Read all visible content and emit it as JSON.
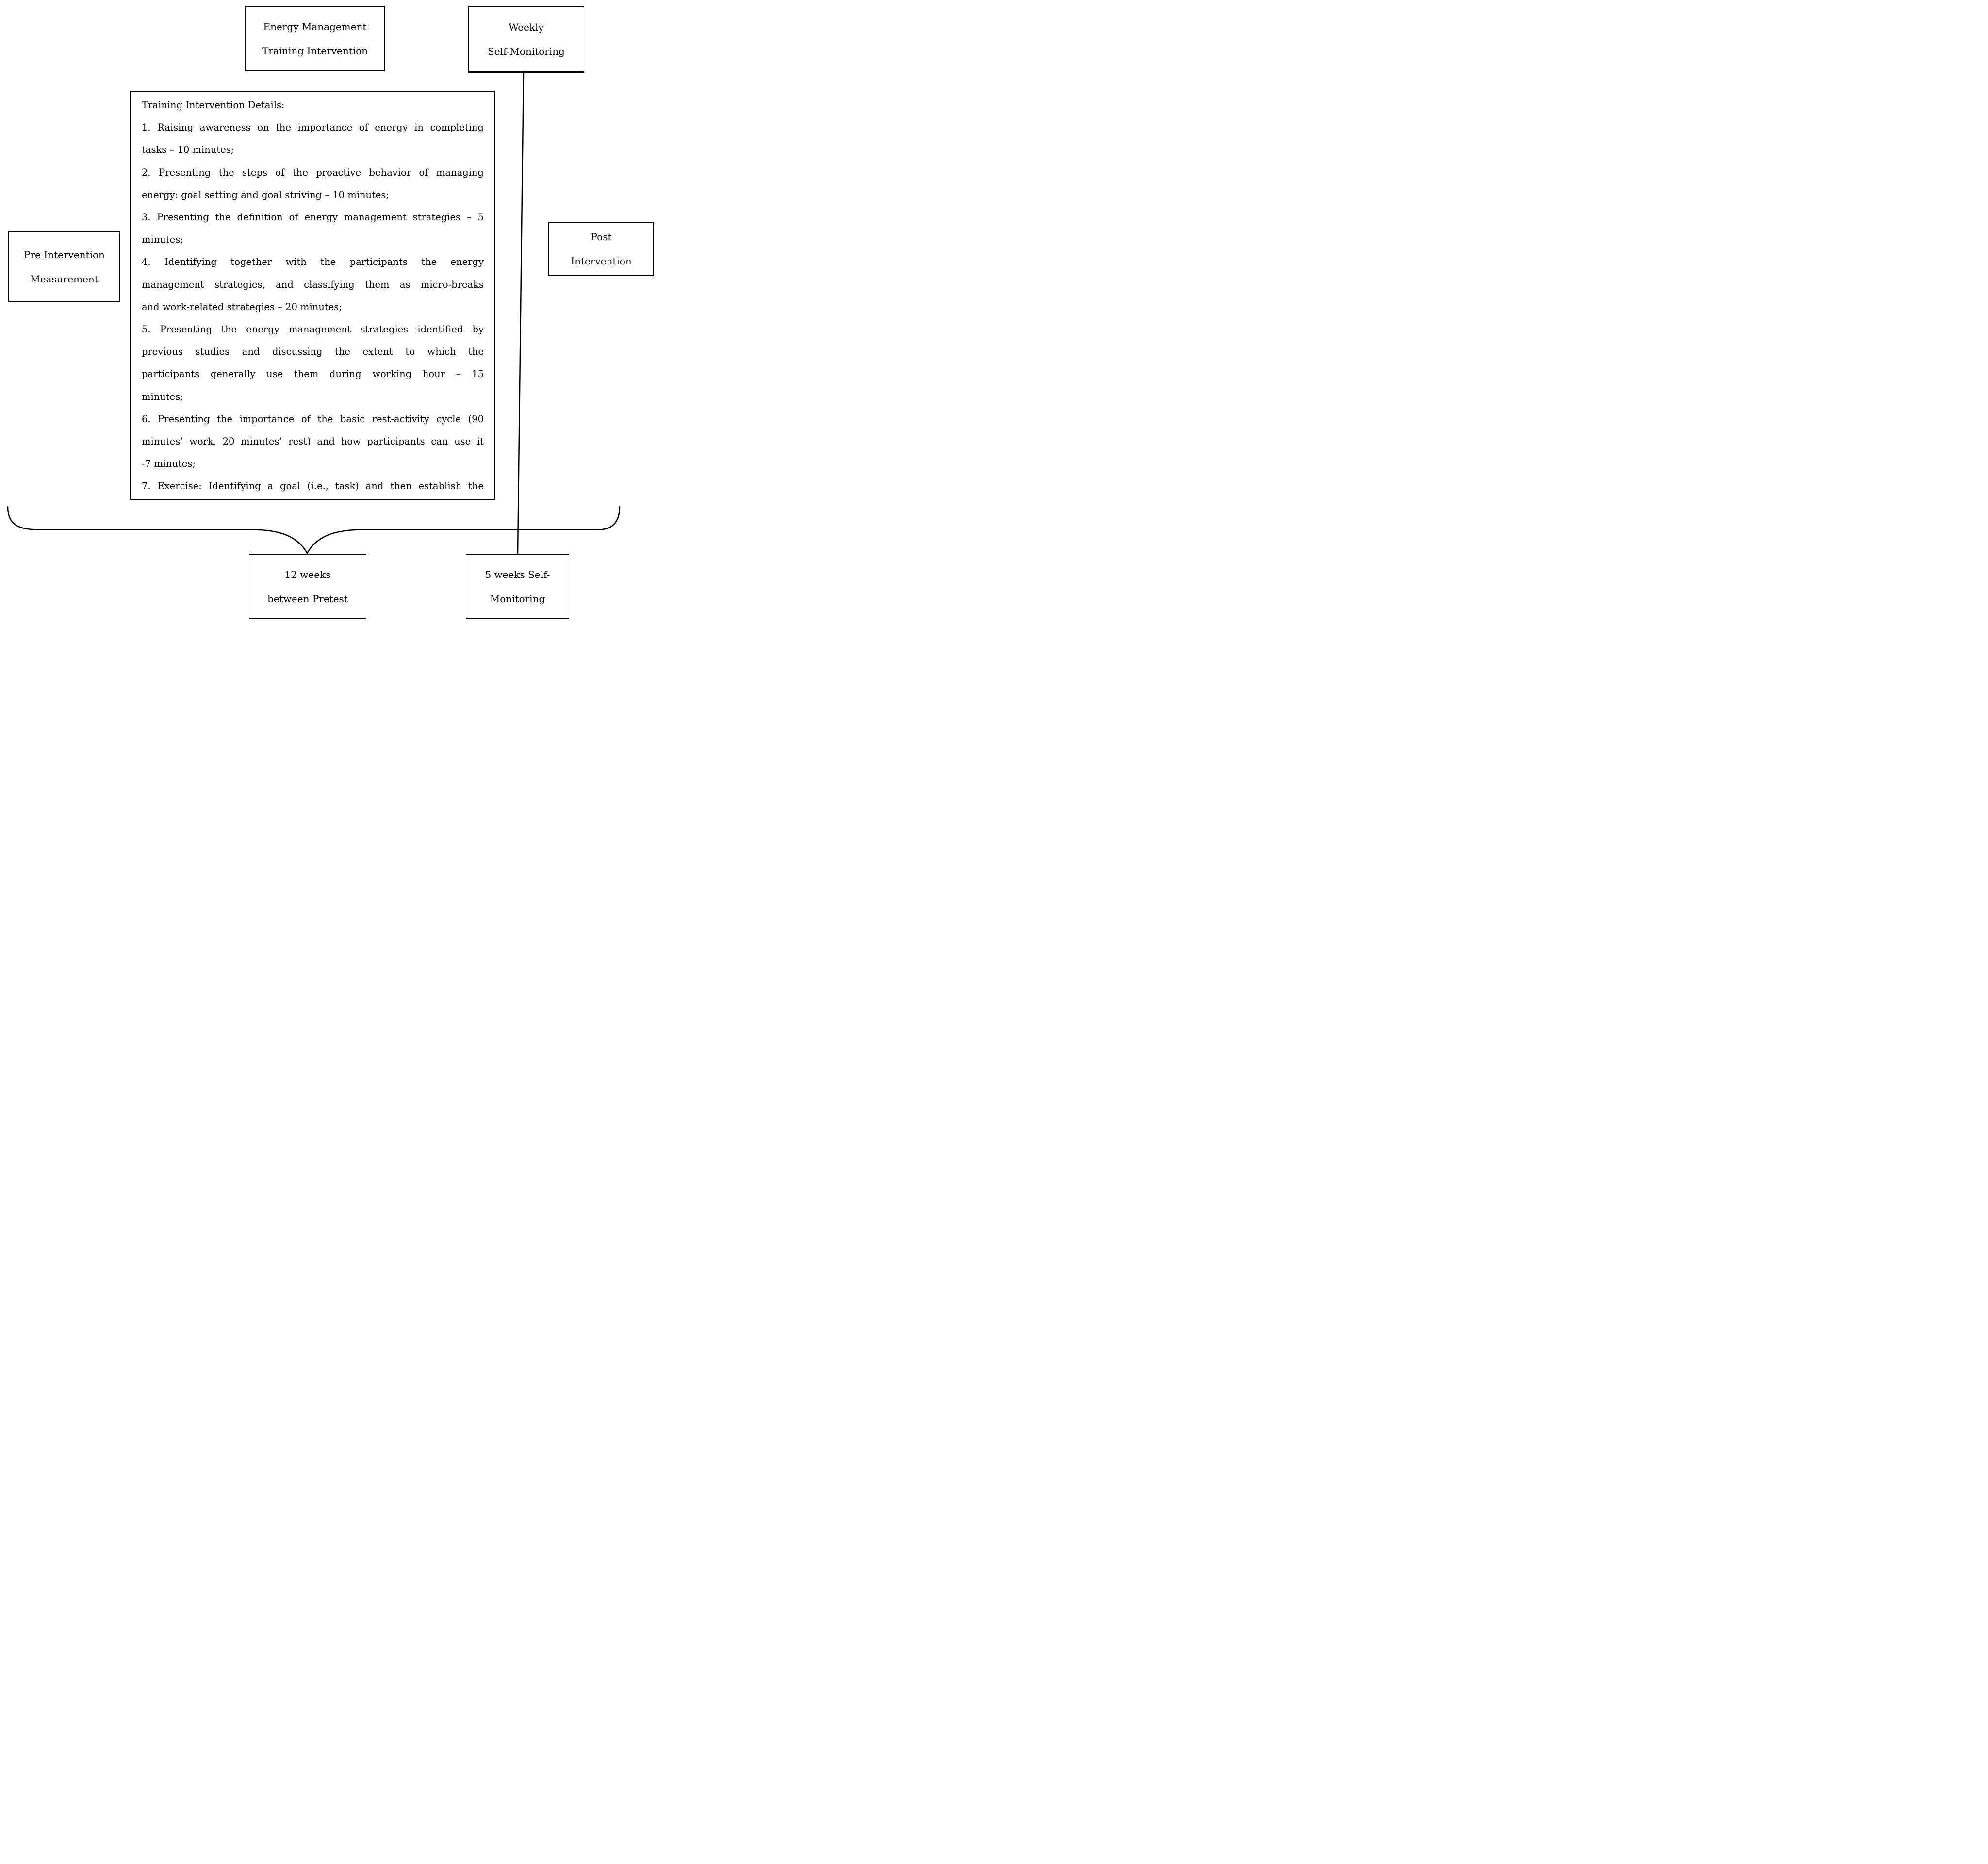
{
  "figure": {
    "background": "#ffffff",
    "stroke_color": "#000000",
    "text_color": "#000000",
    "boxes": {
      "energy_training": {
        "line1": "Energy Management",
        "line2": "Training Intervention"
      },
      "weekly_monitoring": {
        "line1": "Weekly",
        "line2": "Self-Monitoring"
      },
      "pre_intervention": {
        "line1": "Pre Intervention",
        "line2": "Measurement"
      },
      "post_intervention": {
        "line1": "Post",
        "line2": "Intervention"
      },
      "twelve_weeks": {
        "line1": "12 weeks",
        "line2": "between Pretest"
      },
      "five_weeks": {
        "line1": "5 weeks Self-",
        "line2": "Monitoring"
      }
    },
    "details": {
      "lines": [
        {
          "text": "Training Intervention Details:",
          "justify": false
        },
        {
          "text": "1. Raising awareness on the importance of energy in completing",
          "justify": true
        },
        {
          "text": "tasks – 10 minutes;",
          "justify": false
        },
        {
          "text": "2. Presenting the steps of the proactive behavior of managing",
          "justify": true
        },
        {
          "text": "energy: goal setting and goal striving – 10 minutes;",
          "justify": false
        },
        {
          "text": "3. Presenting the definition of energy management strategies – 5",
          "justify": true
        },
        {
          "text": "minutes;",
          "justify": false
        },
        {
          "text": "4. Identifying together with the participants the energy",
          "justify": true
        },
        {
          "text": "management strategies, and classifying them as micro-breaks",
          "justify": true
        },
        {
          "text": "and work-related strategies – 20 minutes;",
          "justify": false
        },
        {
          "text": "5. Presenting the energy management strategies identified by",
          "justify": true
        },
        {
          "text": "previous studies and discussing the extent to which the",
          "justify": true
        },
        {
          "text": "participants generally use them during working hour – 15",
          "justify": true
        },
        {
          "text": "minutes;",
          "justify": false
        },
        {
          "text": "6. Presenting the importance of the basic rest-activity cycle (90",
          "justify": true
        },
        {
          "text": "minutes’ work, 20 minutes’ rest) and how participants can use it",
          "justify": true
        },
        {
          "text": "-7 minutes;",
          "justify": false
        },
        {
          "text": "7. Exercise: Identifying a goal (i.e., task) and then establish the",
          "justify": true
        }
      ]
    }
  }
}
